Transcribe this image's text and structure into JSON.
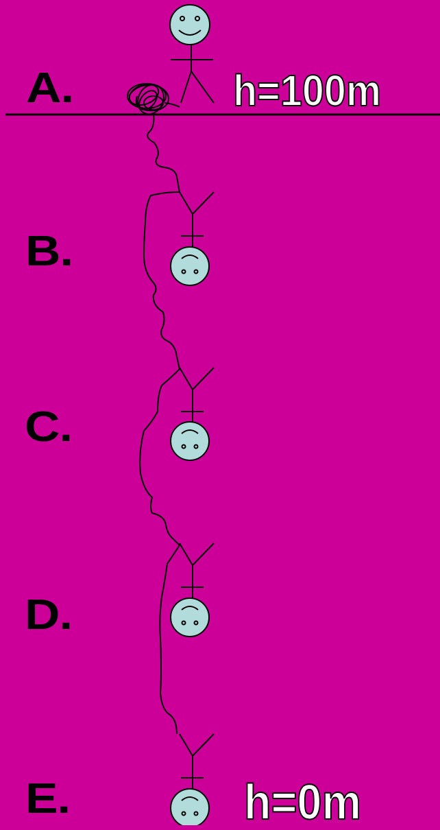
{
  "labels": {
    "a": "A.",
    "b": "B.",
    "c": "C.",
    "d": "D.",
    "e": "E."
  },
  "heights": {
    "top": "h=100m",
    "bottom": "h=0m"
  },
  "colors": {
    "background": "#cc0099",
    "face": "#b2dcdc",
    "line": "#000000",
    "height_text": "#ffffff"
  },
  "figures": {
    "a": "standing-stick-figure-smiling",
    "b": "inverted-stick-figure",
    "c": "inverted-stick-figure",
    "d": "inverted-stick-figure",
    "e": "inverted-stick-figure"
  }
}
